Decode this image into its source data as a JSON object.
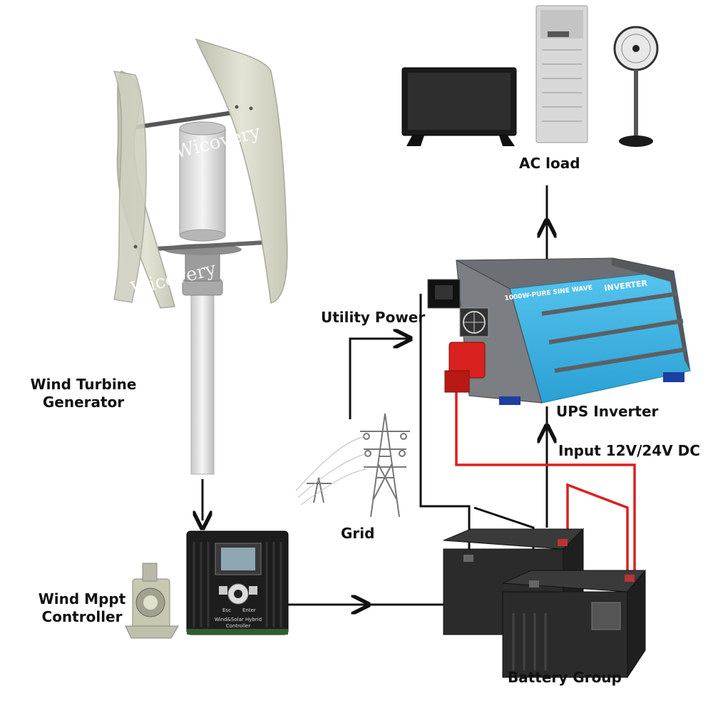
{
  "labels": {
    "ac_load": "AC load",
    "utility_power": "Utility Power",
    "ups_inverter": "UPS Inverter",
    "input_dc": "Input 12V/24V DC",
    "grid": "Grid",
    "wind_turbine_line1": "Wind Turbine",
    "wind_turbine_line2": "Generator",
    "wind_mppt_line1": "Wind Mppt",
    "wind_mppt_line2": "Controller",
    "battery_group": "Battery Group"
  },
  "watermarks": [
    "Wicovery",
    "Wicovery"
  ],
  "inverter_label": "1000W-PURE SINE WAVE",
  "inverter_label_bold": "INVERTER",
  "controller": {
    "esc": "Esc",
    "enter": "Enter",
    "caption_line1": "Wind&Solar Hybrid",
    "caption_line2": "Controller"
  },
  "colors": {
    "wire_black": "#111111",
    "wire_red": "#d9221f",
    "inverter_body": "#3fb3e3",
    "inverter_trim": "#6c6f73",
    "blade": "#dcdccd",
    "battery": "#2b2b2b"
  },
  "icons": [
    "tv-icon",
    "air-conditioner-icon",
    "fan-icon",
    "power-tower-icon",
    "resistor-icon"
  ]
}
